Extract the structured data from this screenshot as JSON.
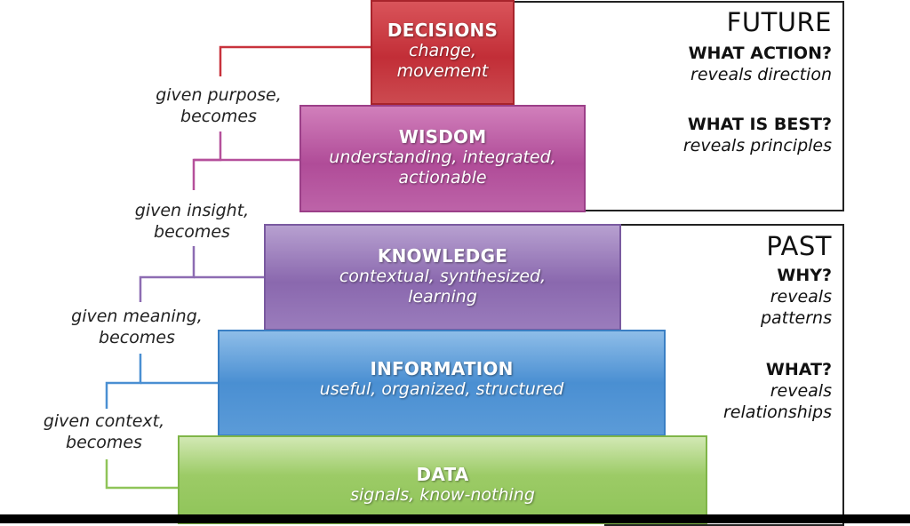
{
  "tiers": [
    {
      "title": "DECISIONS",
      "lines": [
        "change,",
        "movement"
      ],
      "color": "#c8323c"
    },
    {
      "title": "WISDOM",
      "lines": [
        "understanding, integrated,",
        "actionable"
      ],
      "color": "#b5509b"
    },
    {
      "title": "KNOWLEDGE",
      "lines": [
        "contextual, synthesized,",
        "learning"
      ],
      "color": "#8d6cb2"
    },
    {
      "title": "INFORMATION",
      "lines": [
        "useful, organized, structured"
      ],
      "color": "#4a8fd2"
    },
    {
      "title": "DATA",
      "lines": [
        "signals, know-nothing"
      ],
      "color": "#8fc459"
    }
  ],
  "transitions": [
    {
      "line1": "given purpose,",
      "line2": "becomes"
    },
    {
      "line1": "given insight,",
      "line2": "becomes"
    },
    {
      "line1": "given meaning,",
      "line2": "becomes"
    },
    {
      "line1": "given context,",
      "line2": "becomes"
    }
  ],
  "future": {
    "heading": "FUTURE",
    "items": [
      {
        "question": "WHAT ACTION?",
        "reveals": [
          "reveals direction"
        ]
      },
      {
        "question": "WHAT IS BEST?",
        "reveals": [
          "reveals principles"
        ]
      }
    ]
  },
  "past": {
    "heading": "PAST",
    "items": [
      {
        "question": "WHY?",
        "reveals": [
          "reveals",
          "patterns"
        ]
      },
      {
        "question": "WHAT?",
        "reveals": [
          "reveals",
          "relationships"
        ]
      }
    ]
  }
}
